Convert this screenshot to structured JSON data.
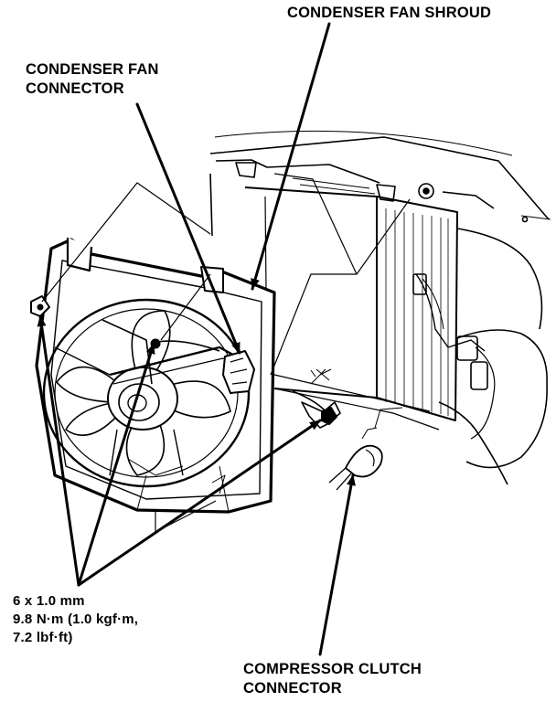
{
  "labels": {
    "condenser_fan_shroud": "CONDENSER FAN SHROUD",
    "condenser_fan_connector": [
      "CONDENSER FAN",
      "CONNECTOR"
    ],
    "bolt_spec": [
      "6 x 1.0 mm",
      "9.8 N·m (1.0 kgf·m,",
      "7.2 lbf·ft)"
    ],
    "compressor_clutch_connector": [
      "COMPRESSOR CLUTCH",
      "CONNECTOR"
    ]
  },
  "colors": {
    "ink": "#000000",
    "paper": "#ffffff"
  }
}
